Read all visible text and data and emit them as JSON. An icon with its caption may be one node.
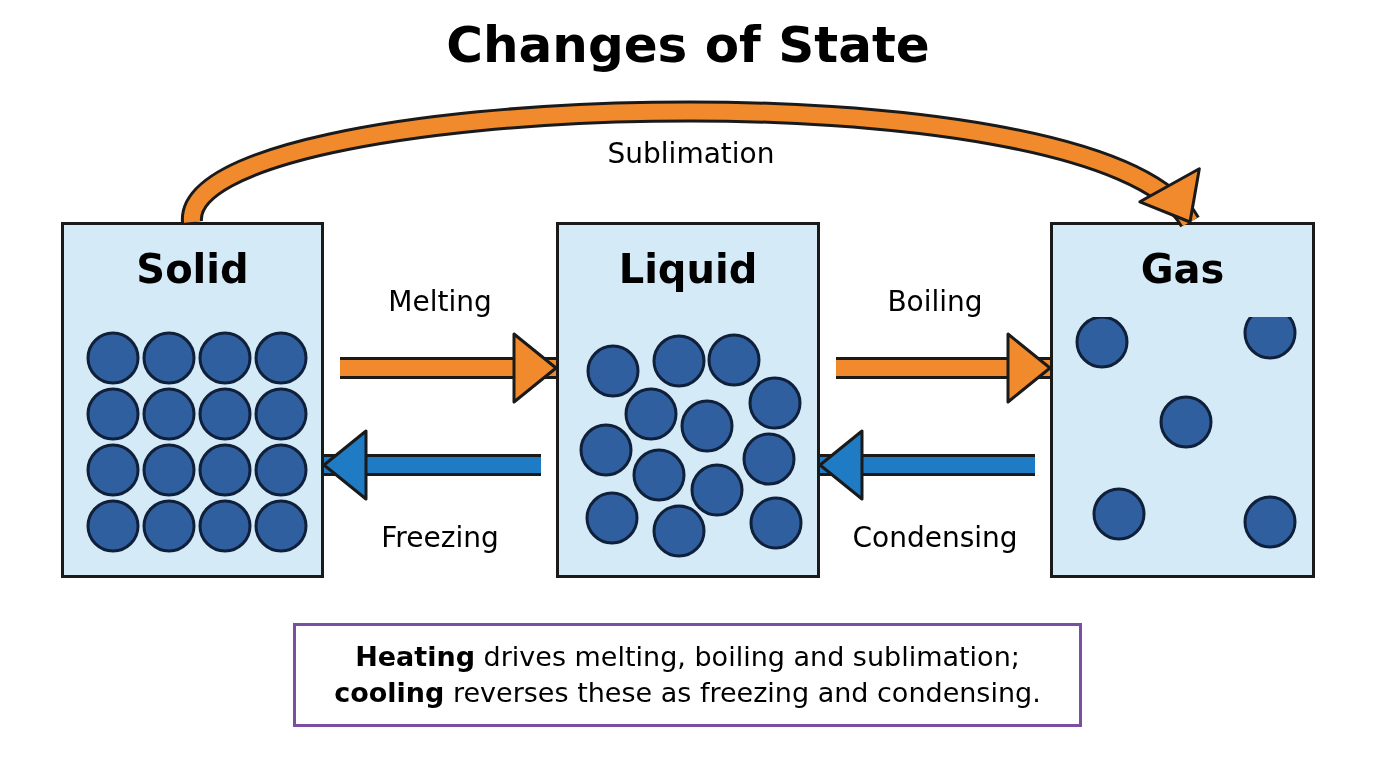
{
  "diagram": {
    "title": "Changes of State",
    "nodes": [
      {
        "text": [
          "Solid"
        ]
      },
      {
        "text": [
          "Liquid"
        ]
      },
      {
        "text": [
          "Gas"
        ]
      },
      {
        "text": [
          "**Heating** drives melting, boiling and sublimation; **cooling** reverses these as freezing and condensing."
        ]
      }
    ],
    "edges": [
      {
        "from": 0,
        "to": 2,
        "arrow": "to",
        "label": "Sublimation"
      },
      {
        "from": 0,
        "to": 1,
        "arrow": "to",
        "label": "Melting"
      },
      {
        "from": 1,
        "to": 0,
        "arrow": "to",
        "label": "Freezing",
        "color": "#1f7bc4"
      },
      {
        "from": 1,
        "to": 2,
        "arrow": "to",
        "label": "Boiling"
      },
      {
        "from": 2,
        "to": 1,
        "arrow": "to",
        "label": "Condensing",
        "color": "#1f7bc4"
      }
    ]
  }
}
